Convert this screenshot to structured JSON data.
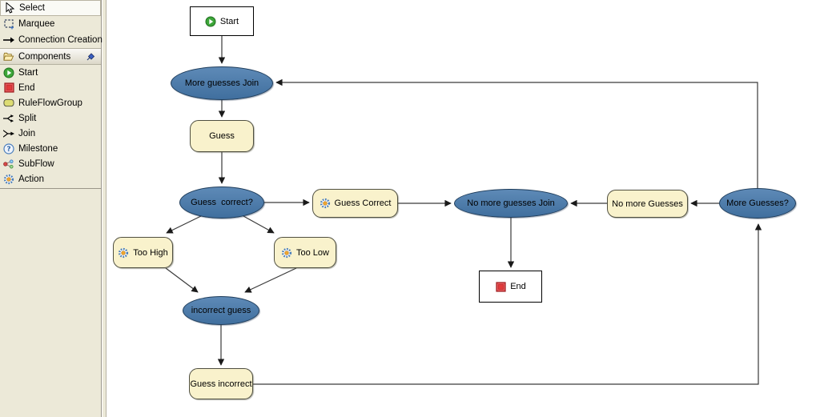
{
  "palette": {
    "tools": [
      {
        "label": "Select",
        "icon": "cursor-icon",
        "selected": true
      },
      {
        "label": "Marquee",
        "icon": "marquee-icon",
        "selected": false
      },
      {
        "label": "Connection Creation",
        "icon": "connection-arrow-icon",
        "selected": false
      }
    ],
    "drawer": {
      "label": "Components",
      "icon": "folder-icon",
      "pin_icon": "pin-icon"
    },
    "components": [
      {
        "label": "Start",
        "icon": "start-icon"
      },
      {
        "label": "End",
        "icon": "end-icon"
      },
      {
        "label": "RuleFlowGroup",
        "icon": "ruleflowgroup-icon"
      },
      {
        "label": "Split",
        "icon": "split-icon"
      },
      {
        "label": "Join",
        "icon": "join-icon"
      },
      {
        "label": "Milestone",
        "icon": "milestone-icon"
      },
      {
        "label": "SubFlow",
        "icon": "subflow-icon"
      },
      {
        "label": "Action",
        "icon": "action-icon"
      }
    ]
  },
  "canvas": {
    "nodes": [
      {
        "id": "start",
        "type": "start",
        "label": "Start"
      },
      {
        "id": "more-guesses-join",
        "type": "join",
        "label": "More guesses Join"
      },
      {
        "id": "guess",
        "type": "ruleflowgroup",
        "label": "Guess"
      },
      {
        "id": "guess-correct-split",
        "type": "split",
        "label": "Guess  correct?"
      },
      {
        "id": "guess-correct-action",
        "type": "action",
        "label": "Guess Correct"
      },
      {
        "id": "no-more-guesses-join",
        "type": "join",
        "label": "No more guesses Join"
      },
      {
        "id": "no-more-guesses",
        "type": "ruleflowgroup",
        "label": "No more Guesses"
      },
      {
        "id": "more-guesses-split",
        "type": "split",
        "label": "More Guesses?"
      },
      {
        "id": "too-high",
        "type": "action",
        "label": "Too High"
      },
      {
        "id": "too-low",
        "type": "action",
        "label": "Too Low"
      },
      {
        "id": "incorrect-guess-join",
        "type": "join",
        "label": "incorrect guess"
      },
      {
        "id": "guess-incorrect",
        "type": "ruleflowgroup",
        "label": "Guess incorrect"
      },
      {
        "id": "end",
        "type": "end",
        "label": "End"
      }
    ],
    "edges": [
      {
        "from": "Start",
        "to": "More guesses Join"
      },
      {
        "from": "More guesses Join",
        "to": "Guess"
      },
      {
        "from": "Guess",
        "to": "Guess  correct?"
      },
      {
        "from": "Guess  correct?",
        "to": "Guess Correct"
      },
      {
        "from": "Guess Correct",
        "to": "No more guesses Join"
      },
      {
        "from": "No more guesses Join",
        "to": "End"
      },
      {
        "from": "More Guesses?",
        "to": "No more Guesses"
      },
      {
        "from": "No more Guesses",
        "to": "No more guesses Join"
      },
      {
        "from": "Guess  correct?",
        "to": "Too High"
      },
      {
        "from": "Guess  correct?",
        "to": "Too Low"
      },
      {
        "from": "Too High",
        "to": "incorrect guess"
      },
      {
        "from": "Too Low",
        "to": "incorrect guess"
      },
      {
        "from": "incorrect guess",
        "to": "Guess incorrect"
      },
      {
        "from": "Guess incorrect",
        "to": "More Guesses?"
      },
      {
        "from": "More Guesses?",
        "to": "More guesses Join"
      }
    ]
  },
  "colors": {
    "palette_background": "#ece9d8",
    "canvas_background": "#ffffff",
    "join_split_fill": "#4878aa",
    "ruleflowgroup_fill": "#f9f2cc",
    "start_green": "#3da639",
    "end_red": "#e23b3b",
    "edge_stroke": "#3a3a3a"
  }
}
